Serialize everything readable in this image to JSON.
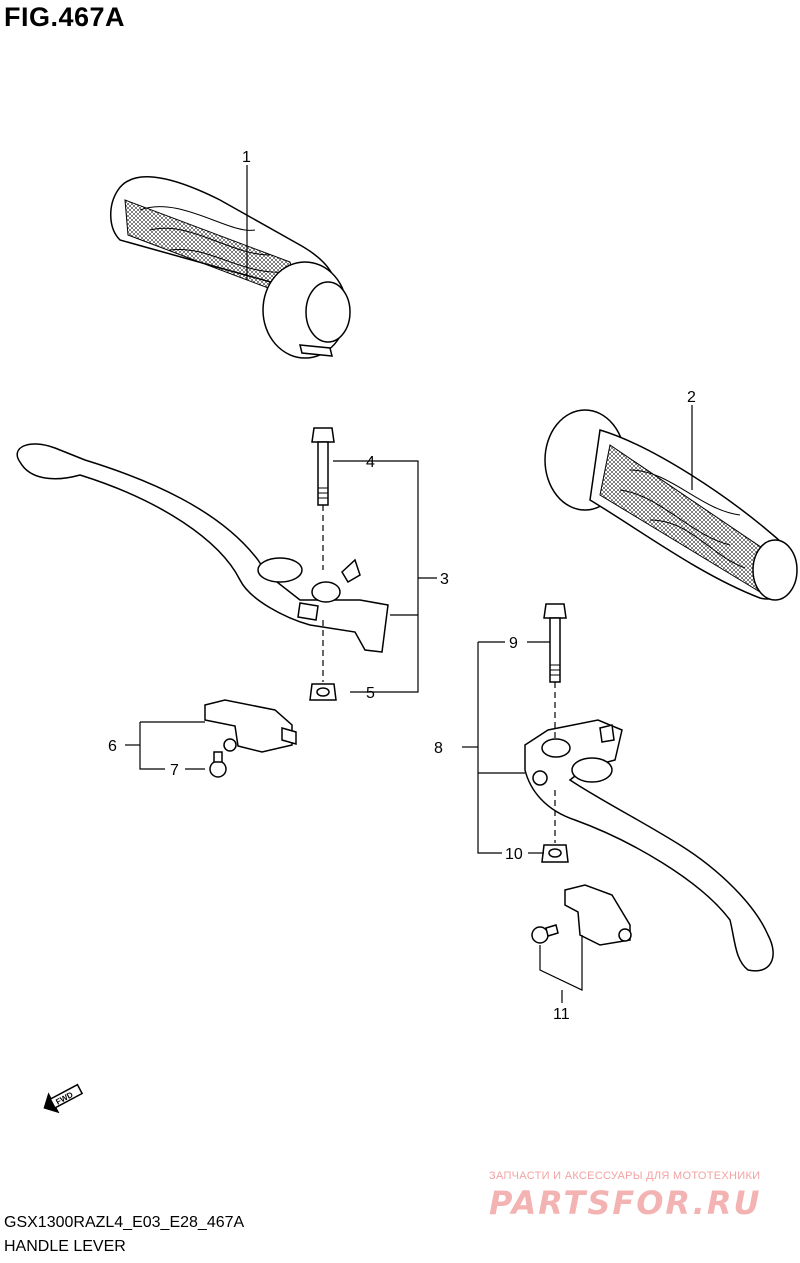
{
  "figure": {
    "title": "FIG.467A"
  },
  "callouts": [
    {
      "id": "1",
      "label": "1"
    },
    {
      "id": "2",
      "label": "2"
    },
    {
      "id": "3",
      "label": "3"
    },
    {
      "id": "4",
      "label": "4"
    },
    {
      "id": "5",
      "label": "5"
    },
    {
      "id": "6",
      "label": "6"
    },
    {
      "id": "7",
      "label": "7"
    },
    {
      "id": "8",
      "label": "8"
    },
    {
      "id": "9",
      "label": "9"
    },
    {
      "id": "10",
      "label": "10"
    },
    {
      "id": "11",
      "label": "11"
    }
  ],
  "direction_marker": {
    "label": "FWD",
    "icon": "arrow-left-down-icon"
  },
  "watermark": {
    "tagline": "ЗАПЧАСТИ И АКСЕССУАРЫ ДЛЯ МОТОТЕХНИКИ",
    "logo": "PARTSFOR.RU",
    "color": "#f4b3b3"
  },
  "footer": {
    "model_code": "GSX1300RAZL4_E03_E28_467A",
    "section_name": "HANDLE LEVER"
  }
}
